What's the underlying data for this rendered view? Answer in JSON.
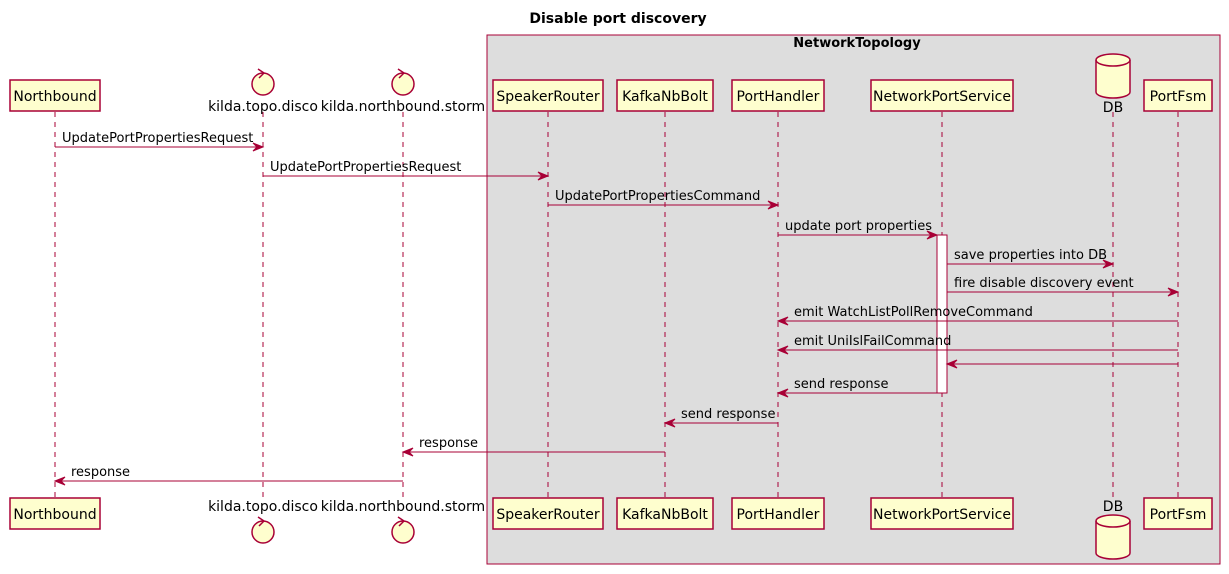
{
  "title": "Disable port discovery",
  "group": {
    "title": "NetworkTopology"
  },
  "participants": [
    {
      "id": "nb",
      "label": "Northbound",
      "kind": "participant"
    },
    {
      "id": "topo",
      "label": "kilda.topo.disco",
      "kind": "control"
    },
    {
      "id": "storm",
      "label": "kilda.northbound.storm",
      "kind": "control"
    },
    {
      "id": "sr",
      "label": "SpeakerRouter",
      "kind": "participant"
    },
    {
      "id": "kb",
      "label": "KafkaNbBolt",
      "kind": "participant"
    },
    {
      "id": "ph",
      "label": "PortHandler",
      "kind": "participant"
    },
    {
      "id": "nps",
      "label": "NetworkPortService",
      "kind": "participant"
    },
    {
      "id": "db",
      "label": "DB",
      "kind": "database"
    },
    {
      "id": "pf",
      "label": "PortFsm",
      "kind": "participant"
    }
  ],
  "messages": [
    {
      "from": "nb",
      "to": "topo",
      "label": "UpdatePortPropertiesRequest"
    },
    {
      "from": "topo",
      "to": "sr",
      "label": "UpdatePortPropertiesRequest"
    },
    {
      "from": "sr",
      "to": "ph",
      "label": "UpdatePortPropertiesCommand"
    },
    {
      "from": "ph",
      "to": "nps",
      "label": "update port properties"
    },
    {
      "from": "nps",
      "to": "db",
      "label": "save properties into DB"
    },
    {
      "from": "nps",
      "to": "pf",
      "label": "fire disable discovery event"
    },
    {
      "from": "pf",
      "to": "ph",
      "label": "emit WatchListPollRemoveCommand"
    },
    {
      "from": "pf",
      "to": "ph",
      "label": "emit UniIslFailCommand"
    },
    {
      "from": "pf",
      "to": "nps",
      "label": ""
    },
    {
      "from": "nps",
      "to": "ph",
      "label": "send response"
    },
    {
      "from": "ph",
      "to": "kb",
      "label": "send response"
    },
    {
      "from": "kb",
      "to": "storm",
      "label": "response"
    },
    {
      "from": "storm",
      "to": "nb",
      "label": "response"
    }
  ]
}
